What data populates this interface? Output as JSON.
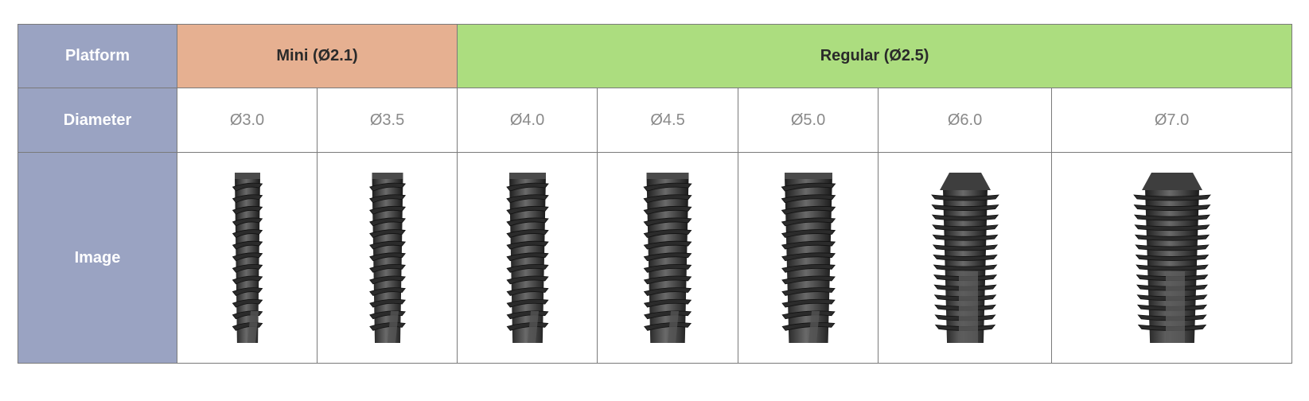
{
  "table": {
    "row_labels": {
      "platform": "Platform",
      "diameter": "Diameter",
      "image": "Image"
    },
    "platforms": [
      {
        "label": "Mini (Ø2.1)",
        "span": 2,
        "color": "#e6b091"
      },
      {
        "label": "Regular (Ø2.5)",
        "span": 5,
        "color": "#acdd7f"
      }
    ],
    "diameters": [
      "Ø3.0",
      "Ø3.5",
      "Ø4.0",
      "Ø4.5",
      "Ø5.0",
      "Ø6.0",
      "Ø7.0"
    ],
    "images": [
      {
        "icon": "implant-3-0-icon",
        "diameter_mm": 3.0,
        "style": "tapered-threaded"
      },
      {
        "icon": "implant-3-5-icon",
        "diameter_mm": 3.5,
        "style": "tapered-threaded"
      },
      {
        "icon": "implant-4-0-icon",
        "diameter_mm": 4.0,
        "style": "tapered-threaded"
      },
      {
        "icon": "implant-4-5-icon",
        "diameter_mm": 4.5,
        "style": "tapered-threaded"
      },
      {
        "icon": "implant-5-0-icon",
        "diameter_mm": 5.0,
        "style": "tapered-threaded"
      },
      {
        "icon": "implant-6-0-icon",
        "diameter_mm": 6.0,
        "style": "wide-collar"
      },
      {
        "icon": "implant-7-0-icon",
        "diameter_mm": 7.0,
        "style": "wide-collar"
      }
    ],
    "colors": {
      "header_column": "#9aa3c2",
      "mini_platform": "#e6b091",
      "regular_platform": "#acdd7f",
      "border": "#7a7a7a",
      "diameter_text": "#8a8a8a"
    }
  }
}
